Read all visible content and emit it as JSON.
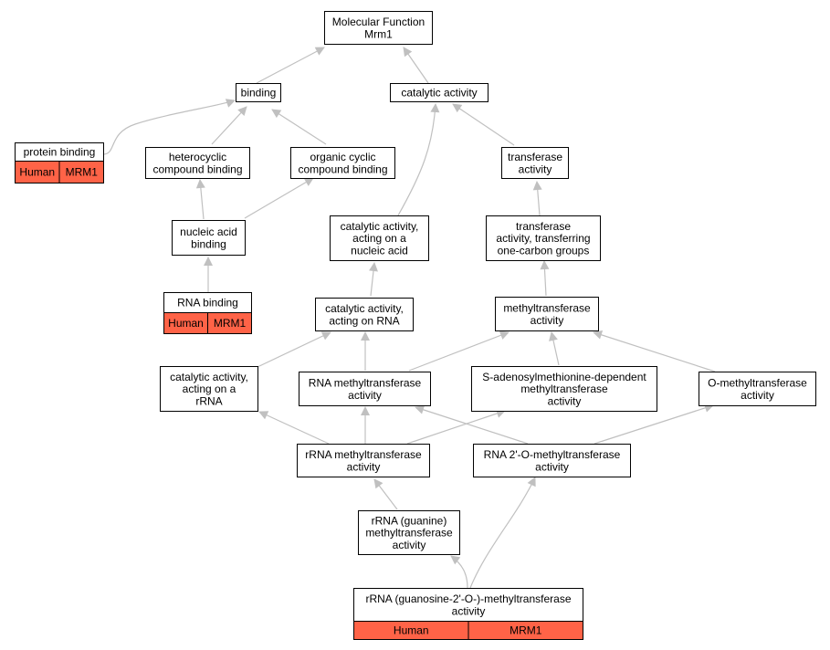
{
  "colors": {
    "edge": "#c0c0c0",
    "node_border": "#000000",
    "node_fill": "#ffffff",
    "annotation_fill": "#ff6347"
  },
  "nodes": {
    "root": [
      "Molecular Function",
      "Mrm1"
    ],
    "binding": [
      "binding"
    ],
    "catalytic": [
      "catalytic activity"
    ],
    "protein_binding": [
      "protein binding"
    ],
    "heterocyclic": [
      "heterocyclic",
      "compound binding"
    ],
    "organic_cyclic": [
      "organic cyclic",
      "compound binding"
    ],
    "transferase": [
      "transferase",
      "activity"
    ],
    "nucleic_acid_binding": [
      "nucleic acid",
      "binding"
    ],
    "cat_nucleic": [
      "catalytic activity,",
      "acting on a",
      "nucleic acid"
    ],
    "one_carbon": [
      "transferase",
      "activity, transferring",
      "one-carbon groups"
    ],
    "rna_binding": [
      "RNA binding"
    ],
    "cat_rna": [
      "catalytic activity,",
      "acting on RNA"
    ],
    "methyltransferase": [
      "methyltransferase",
      "activity"
    ],
    "cat_rrna": [
      "catalytic activity,",
      "acting on a",
      "rRNA"
    ],
    "rna_mt": [
      "RNA methyltransferase",
      "activity"
    ],
    "sam_mt": [
      "S-adenosylmethionine-dependent",
      "methyltransferase",
      "activity"
    ],
    "o_mt": [
      "O-methyltransferase",
      "activity"
    ],
    "rrna_mt": [
      "rRNA methyltransferase",
      "activity"
    ],
    "rna2o": [
      "RNA 2'-O-methyltransferase",
      "activity"
    ],
    "rrna_guanine": [
      "rRNA (guanine)",
      "methyltransferase",
      "activity"
    ],
    "rrna_guanosine": [
      "rRNA (guanosine-2'-O-)-methyltransferase",
      "activity"
    ]
  },
  "annotations": {
    "protein_binding": [
      "Human",
      "MRM1"
    ],
    "rna_binding": [
      "Human",
      "MRM1"
    ],
    "rrna_guanosine": [
      "Human",
      "MRM1"
    ]
  }
}
